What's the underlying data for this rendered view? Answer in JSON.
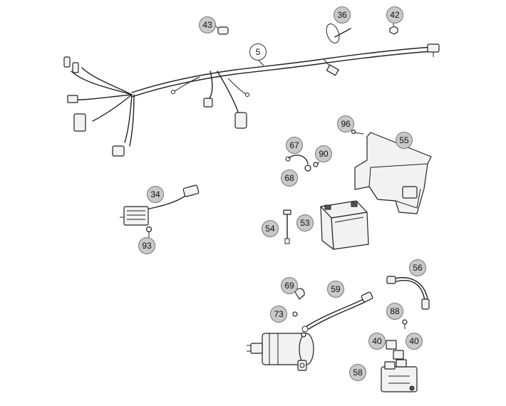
{
  "callouts": {
    "c43": "43",
    "c36": "36",
    "c42": "42",
    "c5": "5",
    "c96": "96",
    "c55": "55",
    "c67": "67",
    "c90": "90",
    "c68": "68",
    "c34": "34",
    "c54": "54",
    "c53": "53",
    "c93": "93",
    "c56": "56",
    "c69": "69",
    "c59": "59",
    "c73": "73",
    "c88": "88",
    "c40a": "40",
    "c40b": "40",
    "c58": "58"
  }
}
